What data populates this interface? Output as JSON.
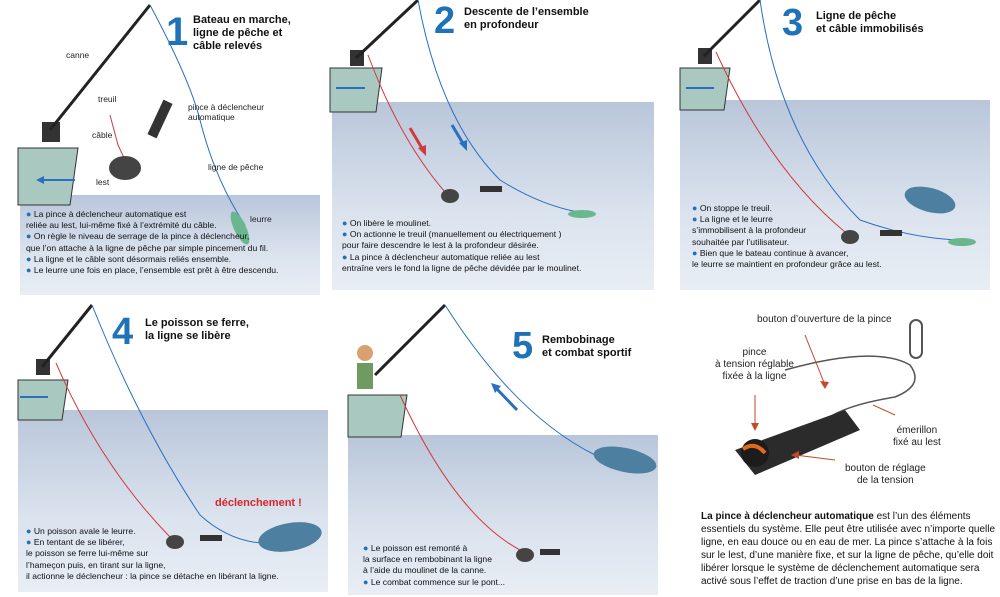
{
  "colors": {
    "accent": "#1f72b8",
    "water": "#c8d3e4",
    "boat": "#a9c9c0",
    "line_red": "#d23a3a",
    "line_blue": "#2a6fc0"
  },
  "panels": [
    {
      "number": "1",
      "title": [
        "Bateau en marche,",
        "ligne de pêche et",
        "câble relevés"
      ],
      "labels": {
        "canne": "canne",
        "treuil": "treuil",
        "cable": "câble",
        "lest": "lest",
        "pince": [
          "pince à déclencheur",
          "automatique"
        ],
        "ligne": "ligne de pêche",
        "leurre": "leurre"
      },
      "notes": [
        [
          "La pince à déclencheur automatique est",
          "reliée au lest, lui-même fixé à l’extrémité du câble."
        ],
        [
          "On règle le niveau de serrage de la pince à déclencheur,",
          "que l’on attache à la ligne de pêche par simple pincement du fil."
        ],
        [
          "La ligne et le câble sont désormais reliés ensemble."
        ],
        [
          "Le leurre une fois en place, l’ensemble est prêt à être descendu."
        ]
      ]
    },
    {
      "number": "2",
      "title": [
        "Descente de l’ensemble",
        "en profondeur"
      ],
      "notes": [
        [
          "On libère le moulinet."
        ],
        [
          "On actionne le treuil (manuellement ou électriquement )",
          "pour faire descendre le lest à la profondeur désirée."
        ],
        [
          "La pince à déclencheur automatique reliée au lest",
          "entraîne vers le fond la ligne de pêche dévidée par le moulinet."
        ]
      ]
    },
    {
      "number": "3",
      "title": [
        "Ligne de pêche",
        "et câble immobilisés"
      ],
      "notes": [
        [
          "On stoppe le treuil."
        ],
        [
          "La ligne et le leurre",
          "s’immobilisent à la profondeur",
          "souhaitée par l’utilisateur."
        ],
        [
          "Bien que le bateau continue à avancer,",
          "le leurre se maintient en profondeur grâce au lest."
        ]
      ]
    },
    {
      "number": "4",
      "title": [
        "Le poisson se ferre,",
        "la ligne se libère"
      ],
      "trigger": "déclenchement !",
      "notes": [
        [
          "Un poisson avale le leurre."
        ],
        [
          "En tentant de se libérer,",
          "le poisson se ferre lui-même sur",
          "l’hameçon puis, en tirant sur la ligne,",
          "il actionne le déclencheur : la pince se détache en libérant la ligne."
        ]
      ]
    },
    {
      "number": "5",
      "title": [
        "Rembobinage",
        "et combat sportif"
      ],
      "notes": [
        [
          "Le poisson est remonté à",
          "la surface en rembobinant la ligne",
          "à l’aide du moulinet de la canne."
        ],
        [
          "Le combat commence sur le pont..."
        ]
      ]
    }
  ],
  "detail": {
    "labels": {
      "ouverture": "bouton d’ouverture de la pince",
      "pince": [
        "pince",
        "à tension réglable",
        "fixée à la ligne"
      ],
      "emerillon": [
        "émerillon",
        "fixé au lest"
      ],
      "reglage": [
        "bouton de réglage",
        "de la tension"
      ]
    },
    "paragraph": {
      "bold": "La pince à déclencheur automatique",
      "rest": " est l’un des éléments essentiels du système. Elle peut être utilisée avec n’importe quelle ligne, en eau douce ou en eau de mer. La pince s’attache à la fois sur le lest, d’une manière fixe, et sur la ligne de pêche, qu’elle doit libérer lorsque le système de déclenchement automatique sera activé sous l’effet de traction d’une prise en bas de la ligne."
    }
  }
}
